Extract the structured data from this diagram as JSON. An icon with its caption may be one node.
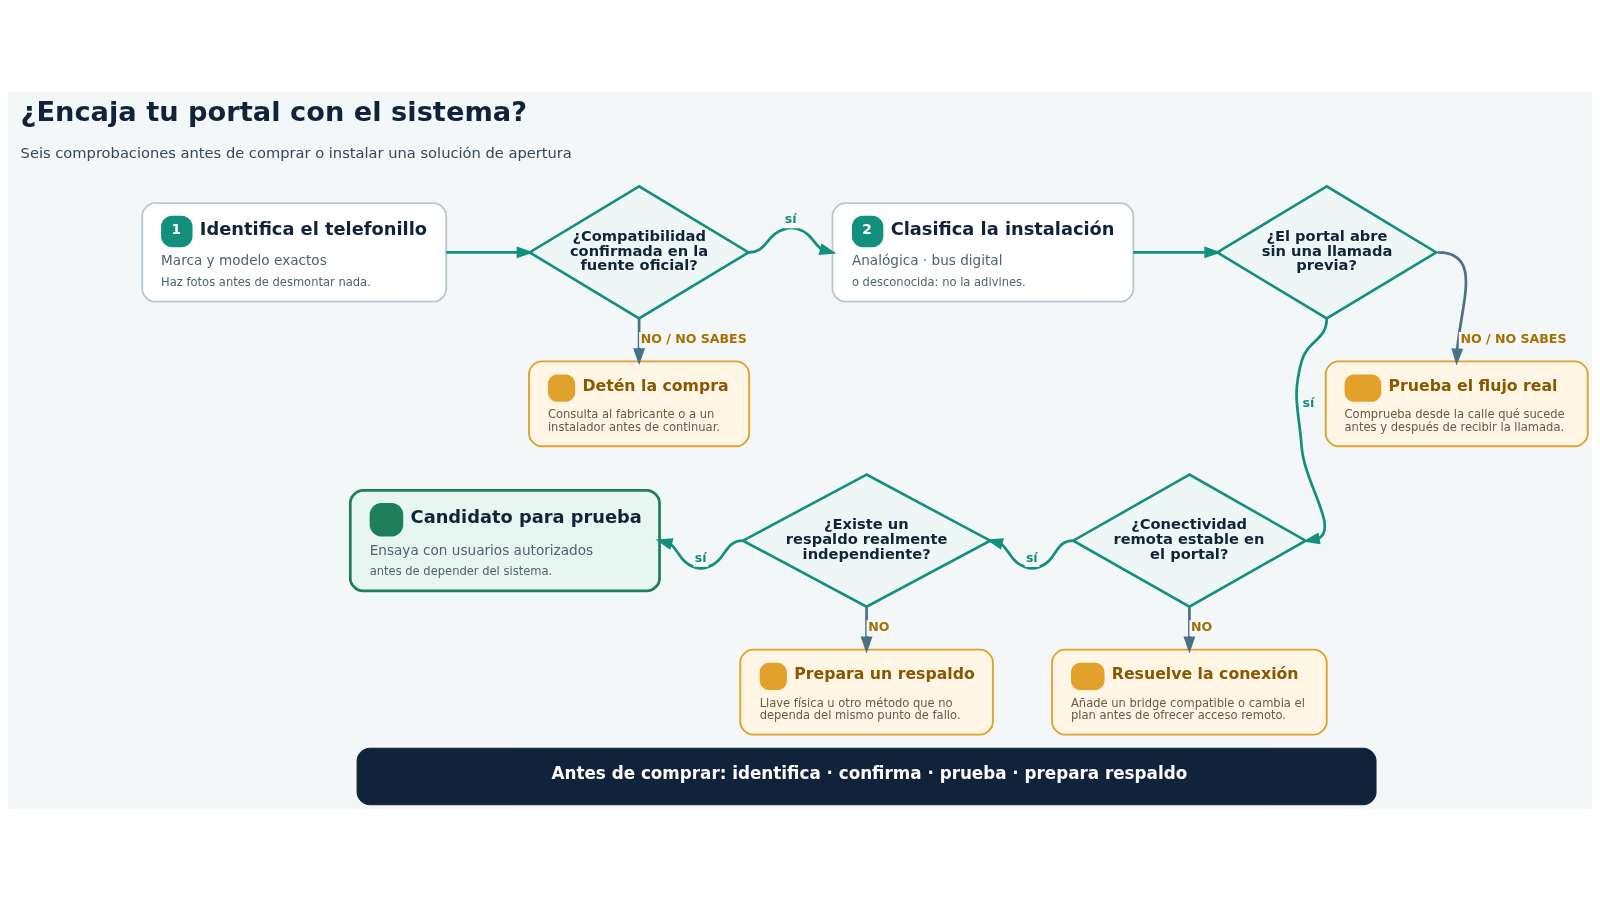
{
  "diagram": {
    "title": "¿Encaja tu portal con el sistema?",
    "nodes": [
      {
        "text": [
          "1",
          "Identifica el telefonillo",
          "Marca y modelo exactos",
          "Haz fotos antes de desmontar nada."
        ]
      },
      {
        "text": [
          "¿Compatibilidad confirmada en la fuente oficial?"
        ]
      },
      {
        "text": [
          "2",
          "Clasifica la instalación",
          "Analógica · bus digital",
          "o desconocida: no la adivines."
        ]
      },
      {
        "text": [
          "¿El portal abre sin una llamada previa?"
        ]
      },
      {
        "text": [
          "Detén la compra",
          "Consulta al fabricante o a un instalador antes de continuar."
        ]
      },
      {
        "text": [
          "Prueba el flujo real",
          "Comprueba desde la calle qué sucede antes y después de recibir la llamada."
        ]
      },
      {
        "text": [
          "Candidato para prueba",
          "Ensaya con usuarios autorizados",
          "antes de depender del sistema."
        ]
      },
      {
        "text": [
          "¿Existe un respaldo realmente independiente?"
        ]
      },
      {
        "text": [
          "¿Conectividad remota estable en el portal?"
        ]
      },
      {
        "text": [
          "Prepara un respaldo",
          "Llave física u otro método que no dependa del mismo punto de fallo."
        ]
      },
      {
        "text": [
          "Resuelve la conexión",
          "Añade un bridge compatible o cambia el plan antes de ofrecer acceso remoto."
        ]
      },
      {
        "text": [
          "Antes de comprar: identifica · confirma · prueba · prepara respaldo"
        ]
      }
    ],
    "edges": [
      {
        "from": 0,
        "to": 1,
        "arrow": "to"
      },
      {
        "from": 1,
        "to": 2,
        "arrow": "to",
        "label": "sí"
      },
      {
        "from": 1,
        "to": 4,
        "arrow": "to",
        "label": "NO / NO SABES",
        "color": "#4a7285"
      },
      {
        "from": 2,
        "to": 3,
        "arrow": "to"
      },
      {
        "from": 3,
        "to": 8,
        "arrow": "to",
        "label": "sí"
      },
      {
        "from": 3,
        "to": 5,
        "arrow": "to",
        "label": "NO / NO SABES",
        "color": "#4a7285"
      },
      {
        "from": 8,
        "to": 7,
        "arrow": "to",
        "label": "sí"
      },
      {
        "from": 7,
        "to": 6,
        "arrow": "to",
        "label": "sí"
      },
      {
        "from": 7,
        "to": 9,
        "arrow": "to",
        "label": "NO",
        "color": "#4a7285"
      },
      {
        "from": 8,
        "to": 10,
        "arrow": "to",
        "label": "NO",
        "color": "#4a7285"
      }
    ],
    "labels": [
      "Seis comprobaciones antes de comprar o instalar una solución de apertura"
    ]
  }
}
